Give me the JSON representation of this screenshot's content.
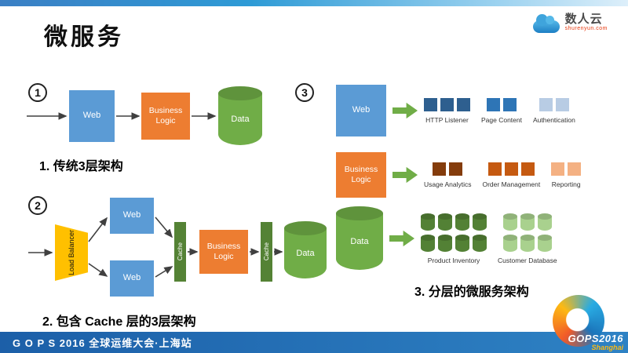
{
  "title": "微服务",
  "brand": {
    "name": "数人云",
    "domain": "shurenyun.com"
  },
  "colors": {
    "web": "#5B9BD5",
    "business": "#ED7D31",
    "data": "#70AD47",
    "cache": "#548235",
    "load_balancer": "#FFC000",
    "arrow": "#70AD47"
  },
  "diagram1": {
    "number": "1",
    "web": "Web",
    "business": "Business Logic",
    "data": "Data",
    "caption": "1. 传统3层架构"
  },
  "diagram2": {
    "number": "2",
    "load_balancer": "Load Balancer",
    "web_top": "Web",
    "web_bottom": "Web",
    "cache_front": "Cache",
    "business": "Business Logic",
    "cache_back": "Cache",
    "data": "Data",
    "caption": "2. 包含 Cache 层的3层架构"
  },
  "diagram3": {
    "number": "3",
    "caption": "3. 分层的微服务架构",
    "rows": [
      {
        "source": "Web",
        "groups": [
          {
            "label": "HTTP Listener",
            "count": 3,
            "color": "#2E5F8F",
            "shape": "square"
          },
          {
            "label": "Page Content",
            "count": 2,
            "color": "#2E75B6",
            "shape": "square"
          },
          {
            "label": "Authentication",
            "count": 2,
            "color": "#B8CCE4",
            "shape": "square"
          }
        ]
      },
      {
        "source": "Business Logic",
        "groups": [
          {
            "label": "Usage Analytics",
            "count": 2,
            "color": "#843C0C",
            "shape": "square"
          },
          {
            "label": "Order Management",
            "count": 3,
            "color": "#C55A11",
            "shape": "square"
          },
          {
            "label": "Reporting",
            "count": 2,
            "color": "#F4B183",
            "shape": "square"
          }
        ]
      },
      {
        "source": "Data",
        "groups": [
          {
            "label": "Product Inventory",
            "count": 8,
            "cols": 4,
            "color": "#538135",
            "shape": "cylinder"
          },
          {
            "label": "Customer Database",
            "count": 6,
            "cols": 3,
            "color": "#A9D18E",
            "shape": "cylinder"
          }
        ]
      }
    ]
  },
  "footer": {
    "left": "G O P S 2016 全球运维大会·上海站",
    "logo_line1": "GOPS2016",
    "logo_line2": "Shanghai"
  }
}
